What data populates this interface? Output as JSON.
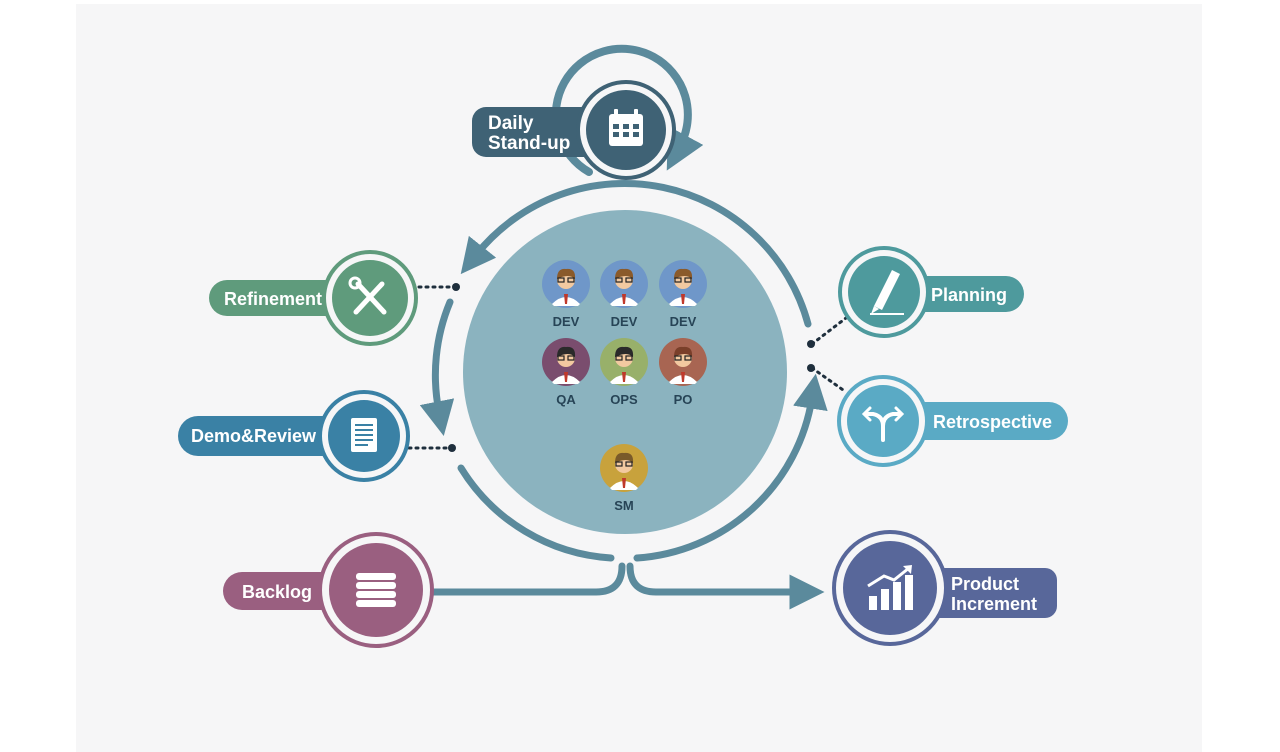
{
  "colors": {
    "page_background": "#f6f6f7",
    "loop": "#5b8a9c",
    "core": "#8bb3bf",
    "daily_standup": "#3f6275",
    "refinement": "#5f9b7c",
    "demo_review": "#3a81a5",
    "backlog": "#9a5f80",
    "planning": "#4e9a9d",
    "retrospective": "#5aaac5",
    "product_increment": "#58679a"
  },
  "stages": {
    "daily_standup": {
      "line1": "Daily",
      "line2": "Stand-up",
      "icon": "calendar-icon"
    },
    "refinement": {
      "label": "Refinement",
      "icon": "tools-icon"
    },
    "demo_review": {
      "label": "Demo&Review",
      "icon": "document-icon"
    },
    "backlog": {
      "label": "Backlog",
      "icon": "stack-icon"
    },
    "planning": {
      "label": "Planning",
      "icon": "pencil-icon"
    },
    "retrospective": {
      "label": "Retrospective",
      "icon": "split-arrows-icon"
    },
    "product_increment": {
      "line1": "Product",
      "line2": "Increment",
      "icon": "growth-chart-icon"
    }
  },
  "team": [
    {
      "role": "DEV",
      "color": "#6f97c9",
      "hair": "#8a5a2b"
    },
    {
      "role": "DEV",
      "color": "#6f97c9",
      "hair": "#8a5a2b"
    },
    {
      "role": "DEV",
      "color": "#6f97c9",
      "hair": "#8a5a2b"
    },
    {
      "role": "QA",
      "color": "#7a4d6e",
      "hair": "#2a2a2a"
    },
    {
      "role": "OPS",
      "color": "#98b06a",
      "hair": "#2a2a2a"
    },
    {
      "role": "PO",
      "color": "#a86552",
      "hair": "#7a3f2a"
    },
    {
      "role": "SM",
      "color": "#c8a23c",
      "hair": "#7a5a2a"
    }
  ]
}
